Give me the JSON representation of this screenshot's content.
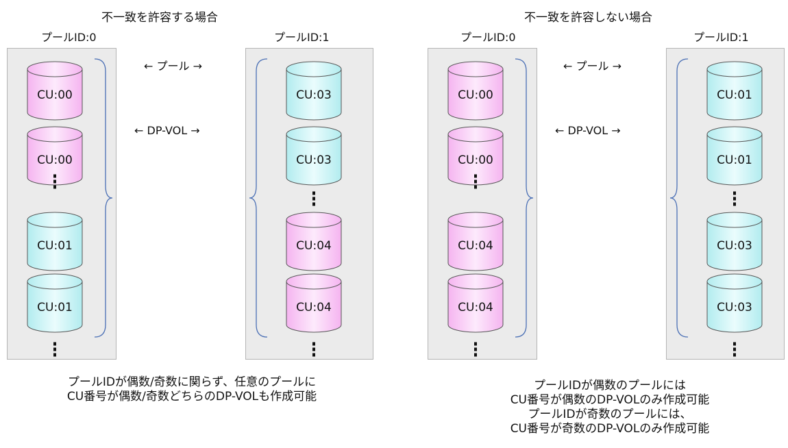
{
  "colors": {
    "even_cu": "#f7c4f3",
    "odd_cu": "#c4f0f2",
    "brace": "#4a6fb5",
    "pool_bg": "#ebebeb"
  },
  "panels": [
    {
      "title": "不一致を許容する場合",
      "middle_pool_label": "← プール →",
      "middle_dpvol_label": "← DP-VOL →",
      "pools": [
        {
          "label": "プールID:0",
          "volumes": [
            "CU:00",
            "CU:00",
            "CU:01",
            "CU:01"
          ]
        },
        {
          "label": "プールID:1",
          "volumes": [
            "CU:03",
            "CU:03",
            "CU:04",
            "CU:04"
          ]
        }
      ],
      "caption": [
        "プールIDが偶数/奇数に関らず、任意のプールに",
        "CU番号が偶数/奇数どちらのDP-VOLも作成可能"
      ]
    },
    {
      "title": "不一致を許容しない場合",
      "middle_pool_label": "← プール →",
      "middle_dpvol_label": "← DP-VOL →",
      "pools": [
        {
          "label": "プールID:0",
          "volumes": [
            "CU:00",
            "CU:00",
            "CU:04",
            "CU:04"
          ]
        },
        {
          "label": "プールID:1",
          "volumes": [
            "CU:01",
            "CU:01",
            "CU:03",
            "CU:03"
          ]
        }
      ],
      "caption": [
        "プールIDが偶数のプールには",
        "CU番号が偶数のDP-VOLのみ作成可能",
        "プールIDが奇数のプールには、",
        "CU番号が奇数のDP-VOLのみ作成可能"
      ]
    }
  ]
}
